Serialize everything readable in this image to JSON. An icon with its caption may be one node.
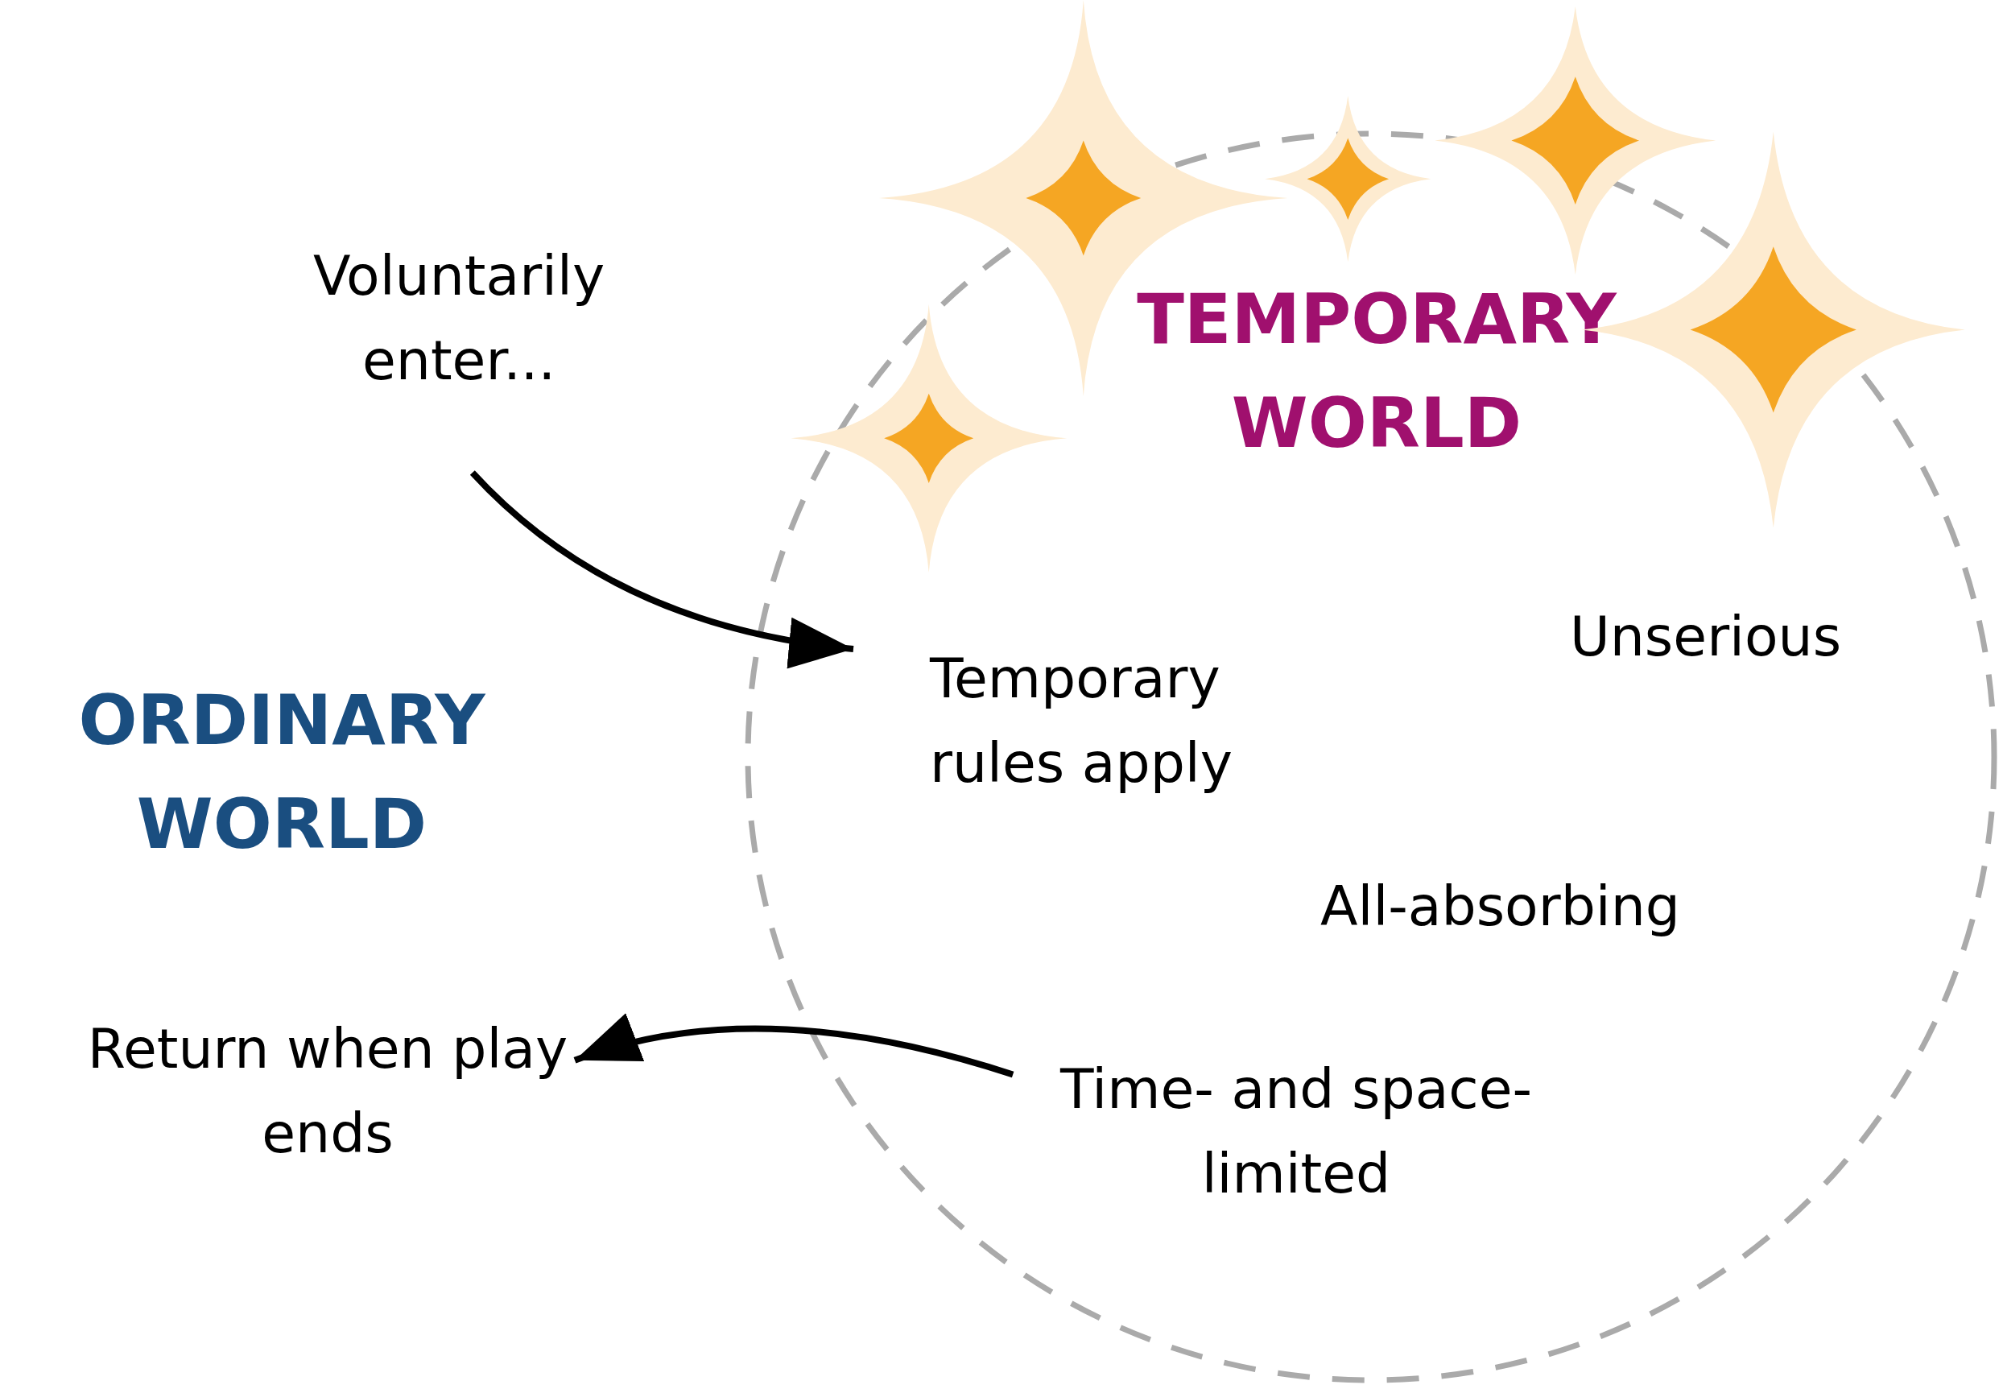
{
  "diagram": {
    "nodes": [
      {
        "text": [
          "TEMPORARY WORLD"
        ]
      },
      {
        "text": [
          "Voluntarily enter..."
        ]
      },
      {
        "text": [
          "Temporary rules apply"
        ],
        "in": 0
      },
      {
        "text": [
          "Time- and space-limited"
        ],
        "in": 0
      },
      {
        "text": [
          "Return when play ends"
        ]
      }
    ],
    "edges": [
      {
        "from": 1,
        "to": 2,
        "arrow": "to"
      },
      {
        "from": 3,
        "to": 4,
        "arrow": "to"
      }
    ],
    "labels": [
      "Unserious",
      "ORDINARY WORLD",
      "All-absorbing"
    ]
  }
}
